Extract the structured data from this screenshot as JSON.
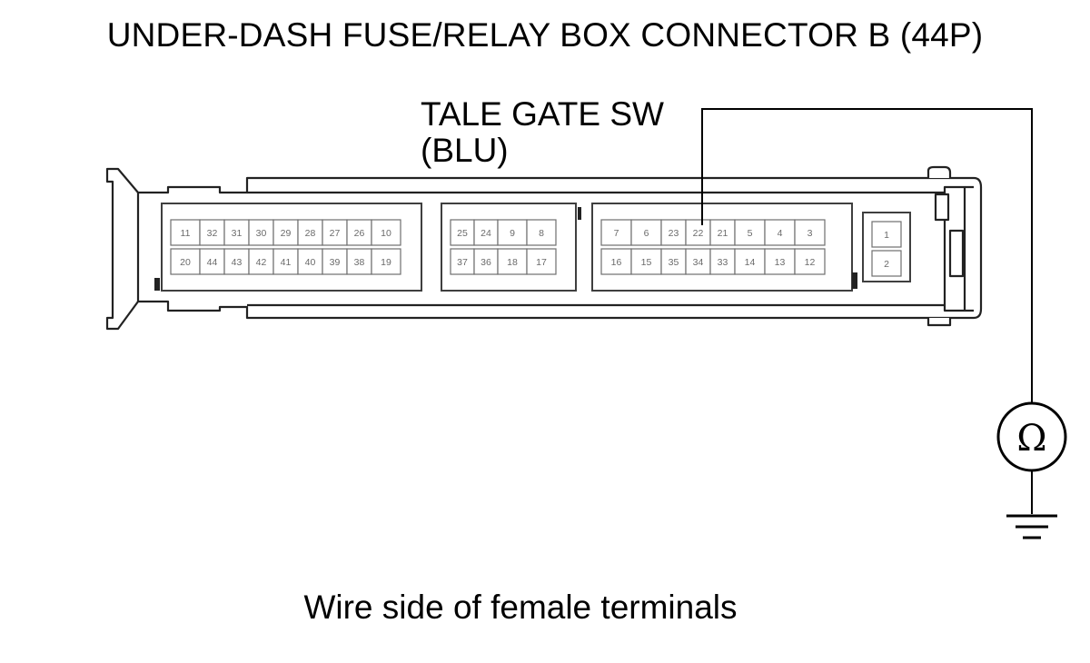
{
  "title": "UNDER-DASH FUSE/RELAY BOX CONNECTOR B (44P)",
  "wire_label": {
    "line1": "TALE GATE SW",
    "line2": "(BLU)"
  },
  "caption": "Wire side of female terminals",
  "meter_symbol": "Ω",
  "connector": {
    "groups": [
      {
        "name": "group-1",
        "top": [
          "11",
          "32",
          "31",
          "30",
          "29",
          "28",
          "27",
          "26",
          "10"
        ],
        "bottom": [
          "20",
          "44",
          "43",
          "42",
          "41",
          "40",
          "39",
          "38",
          "19"
        ]
      },
      {
        "name": "group-2",
        "top": [
          "25",
          "24",
          "9",
          "8"
        ],
        "bottom": [
          "37",
          "36",
          "18",
          "17"
        ]
      },
      {
        "name": "group-3",
        "top": [
          "7",
          "6",
          "23",
          "22",
          "21",
          "5",
          "4",
          "3"
        ],
        "bottom": [
          "16",
          "15",
          "35",
          "34",
          "33",
          "14",
          "13",
          "12"
        ]
      },
      {
        "name": "group-4",
        "top": [
          "1"
        ],
        "bottom": [
          "2"
        ]
      }
    ],
    "probed_terminal": "22"
  },
  "colors": {
    "line": "#000000",
    "housing_fill": "#ffffff",
    "cell_text": "#6a6a6a"
  }
}
